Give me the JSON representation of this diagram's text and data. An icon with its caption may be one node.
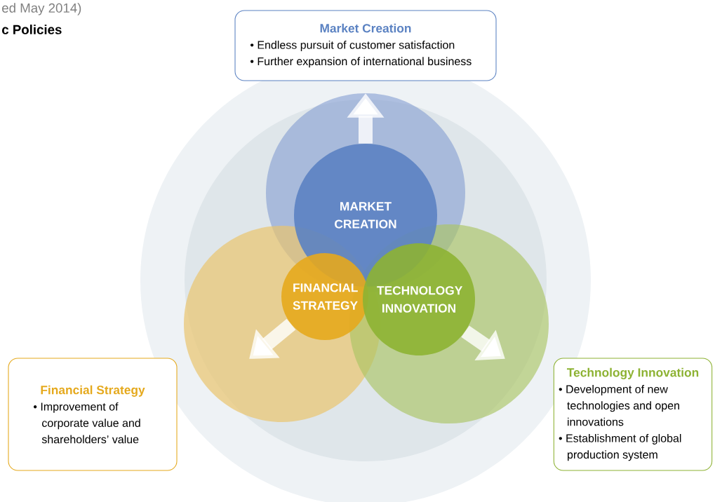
{
  "diagram": {
    "nodes": [
      {
        "text": [
          "Market Creation",
          "• Endless pursuit of customer satisfaction",
          "• Further expansion of international business"
        ]
      },
      {
        "text": [
          "MARKET CREATION"
        ]
      },
      {
        "text": [
          "FINANCIAL STRATEGY"
        ]
      },
      {
        "text": [
          "TECHNOLOGY INNOVATION"
        ]
      },
      {
        "text": [
          "Financial Strategy",
          "• Improvement of corporate value and shareholders’ value"
        ]
      },
      {
        "text": [
          "Technology Innovation",
          "• Development of new technologies and open innovations",
          "• Establishment of global production system"
        ]
      }
    ],
    "edges": [
      {
        "from": 1,
        "to": null,
        "arrow": "to"
      },
      {
        "from": 2,
        "to": null,
        "arrow": "to"
      },
      {
        "from": 3,
        "to": null,
        "arrow": "to"
      }
    ],
    "labels": [
      "ed May 2014)",
      "c Policies"
    ]
  }
}
